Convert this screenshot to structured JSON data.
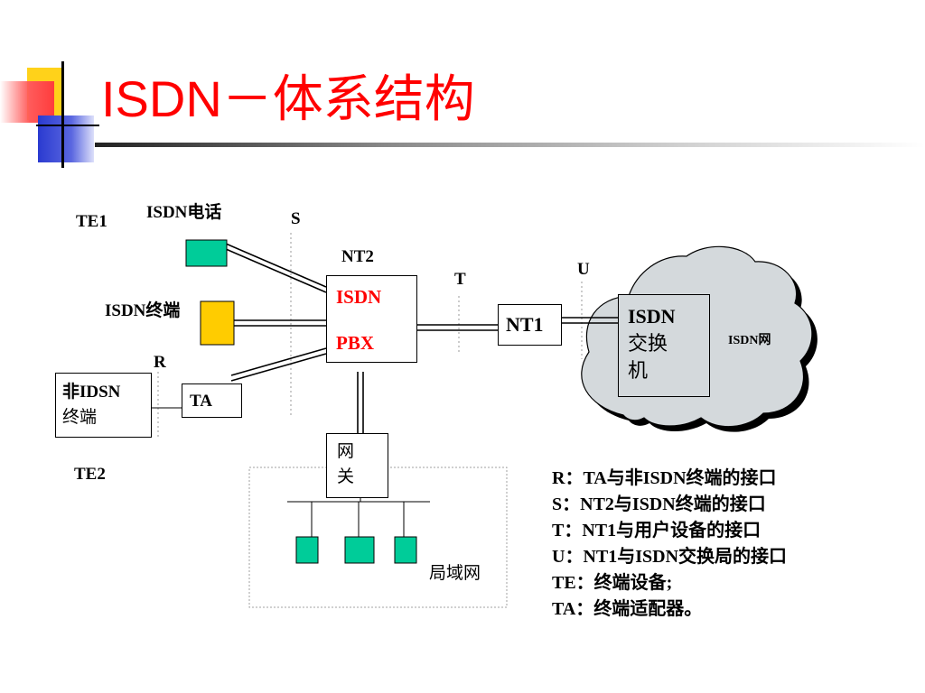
{
  "title": "ISDN－体系结构",
  "labels": {
    "te1": "TE1",
    "isdn_phone": "ISDN电话",
    "s": "S",
    "nt2": "NT2",
    "t": "T",
    "u": "U",
    "isdn_terminal": "ISDN终端",
    "r": "R",
    "te2": "TE2",
    "isdn_network": "ISDN网",
    "lan": "局域网"
  },
  "pbx": {
    "line1": "ISDN",
    "line2": "PBX"
  },
  "nt1": "NT1",
  "exchange": {
    "line1": "ISDN",
    "line2": "交换",
    "line3": "机"
  },
  "non_isdn": {
    "line1": "非IDSN",
    "line2": "终端"
  },
  "ta": "TA",
  "gateway": {
    "line1": "网",
    "line2": "关"
  },
  "legend": [
    "R：TA与非ISDN终端的接口",
    "S：NT2与ISDN终端的接口",
    "T：NT1与用户设备的接口",
    "U：NT1与ISDN交换局的接口",
    "TE：终端设备;",
    "TA：终端适配器。"
  ],
  "colors": {
    "title": "#ff0000",
    "pbx_text": "#ff0000",
    "terminal_green": "#00cc99",
    "terminal_yellow": "#ffcc00",
    "cloud_fill": "#d4d9dc"
  }
}
